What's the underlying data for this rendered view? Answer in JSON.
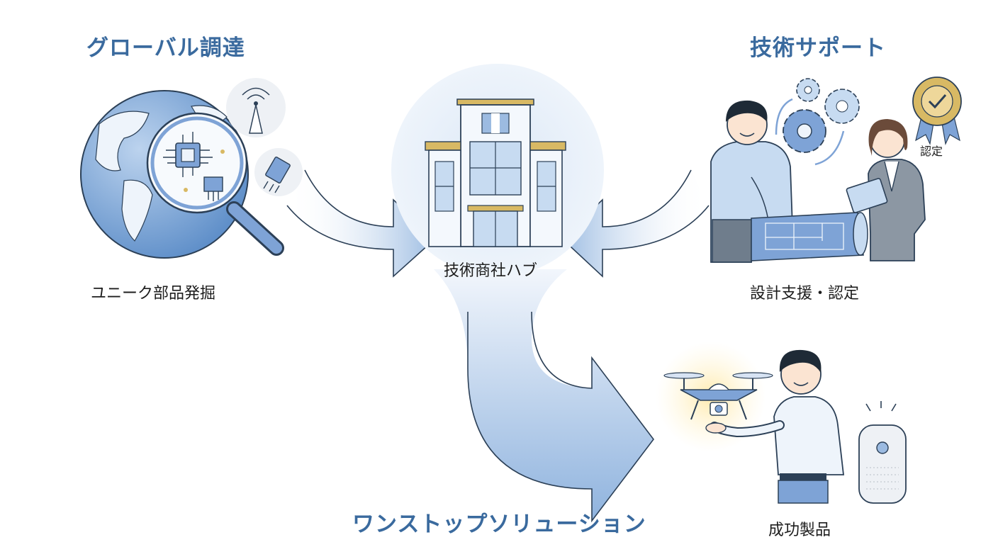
{
  "headings": {
    "global_procurement": "グローバル調達",
    "tech_support": "技術サポート",
    "one_stop": "ワンストップソリューション"
  },
  "captions": {
    "unique_parts": "ユニーク部品発掘",
    "hub": "技術商社ハブ",
    "design_support": "設計支援・認定",
    "certified": "認定",
    "success_products": "成功製品"
  },
  "icons": {
    "globe": "globe-icon",
    "magnifier": "magnifier-icon",
    "chip": "chip-icon",
    "antenna": "antenna-icon",
    "connector": "connector-icon",
    "building": "building-icon",
    "gears": "gears-icon",
    "badge": "certification-badge-icon",
    "blueprint": "blueprint-icon",
    "drone": "drone-icon",
    "speaker": "smart-speaker-icon"
  },
  "colors": {
    "heading": "#3a6a9e",
    "arrow": "#8fb3de",
    "arrow_light": "#eaf1fb",
    "outline": "#2c4057",
    "gold": "#d8b964"
  }
}
